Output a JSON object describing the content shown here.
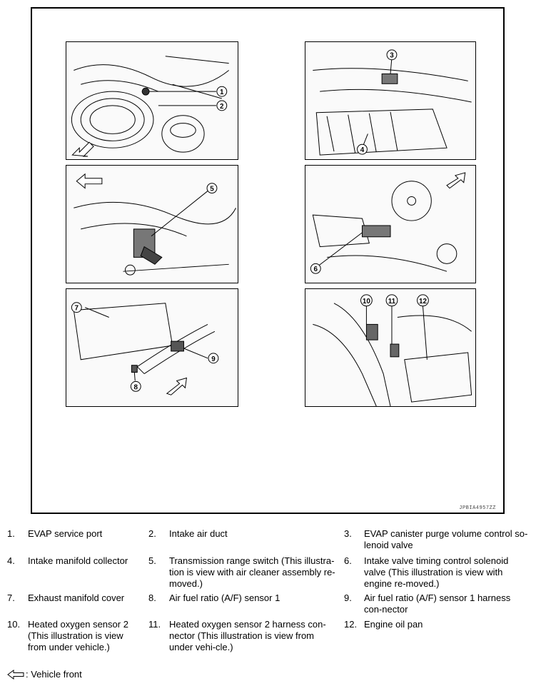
{
  "figure": {
    "id_code": "JPBIA4957ZZ",
    "callouts": [
      "1",
      "2",
      "3",
      "4",
      "5",
      "6",
      "7",
      "8",
      "9",
      "10",
      "11",
      "12"
    ]
  },
  "legend": [
    {
      "num": "1.",
      "text": "EVAP service port"
    },
    {
      "num": "2.",
      "text": "Intake air duct"
    },
    {
      "num": "3.",
      "text": "EVAP canister purge volume control so-lenoid valve"
    },
    {
      "num": "4.",
      "text": "Intake manifold collector"
    },
    {
      "num": "5.",
      "text": "Transmission range switch (This illustra-tion is view with air cleaner assembly re-moved.)"
    },
    {
      "num": "6.",
      "text": "Intake valve timing control solenoid valve (This illustration is view with engine re-moved.)"
    },
    {
      "num": "7.",
      "text": "Exhaust manifold cover"
    },
    {
      "num": "8.",
      "text": "Air fuel ratio (A/F) sensor 1"
    },
    {
      "num": "9.",
      "text": "Air fuel ratio (A/F) sensor 1 harness con-nector"
    },
    {
      "num": "10.",
      "text": "Heated oxygen sensor 2 (This illustration is view from under vehicle.)"
    },
    {
      "num": "11.",
      "text": "Heated oxygen sensor 2 harness con-nector (This illustration is view from under vehi-cle.)"
    },
    {
      "num": "12.",
      "text": "Engine oil pan"
    }
  ],
  "footer": {
    "icon": "arrow-left-outline-icon",
    "text": ": Vehicle front"
  }
}
